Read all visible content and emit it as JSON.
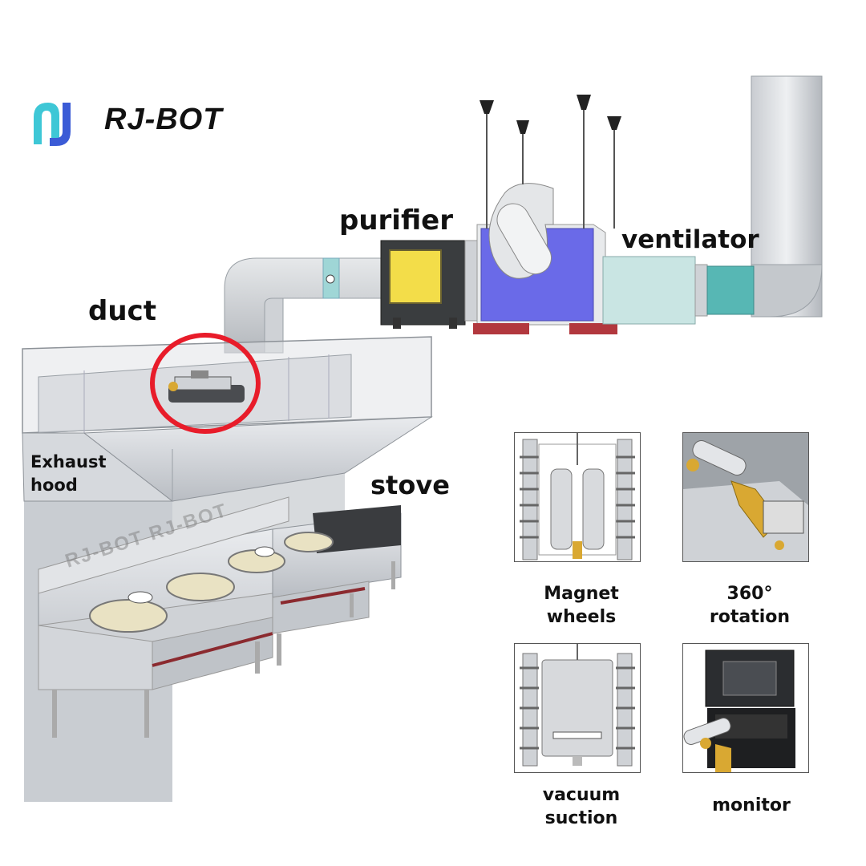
{
  "brand": {
    "name": "RJ-BOT",
    "icon": "rj-logo-icon",
    "watermark": "RJ-BOT RJ-BOT"
  },
  "labels": {
    "purifier": "purifier",
    "ventilator": "ventilator",
    "duct": "duct",
    "exhaust_hood": [
      "Exhaust",
      "hood"
    ],
    "stove": "stove"
  },
  "features": [
    {
      "caption": [
        "Magnet",
        "wheels"
      ],
      "icon": "magnet-wheels-robot-image"
    },
    {
      "caption": [
        "360°",
        "rotation"
      ],
      "icon": "rotating-nozzle-image"
    },
    {
      "caption": [
        "vacuum",
        "suction"
      ],
      "icon": "vacuum-suction-image"
    },
    {
      "caption": [
        "monitor"
      ],
      "icon": "monitor-case-image"
    }
  ],
  "colors": {
    "accent_red": "#e81c2a",
    "purifier_yellow": "#f3dd49",
    "ventilator_blue": "#6a6ae8",
    "logo_teal": "#3ec7d6",
    "logo_blue": "#3b5bd6"
  }
}
